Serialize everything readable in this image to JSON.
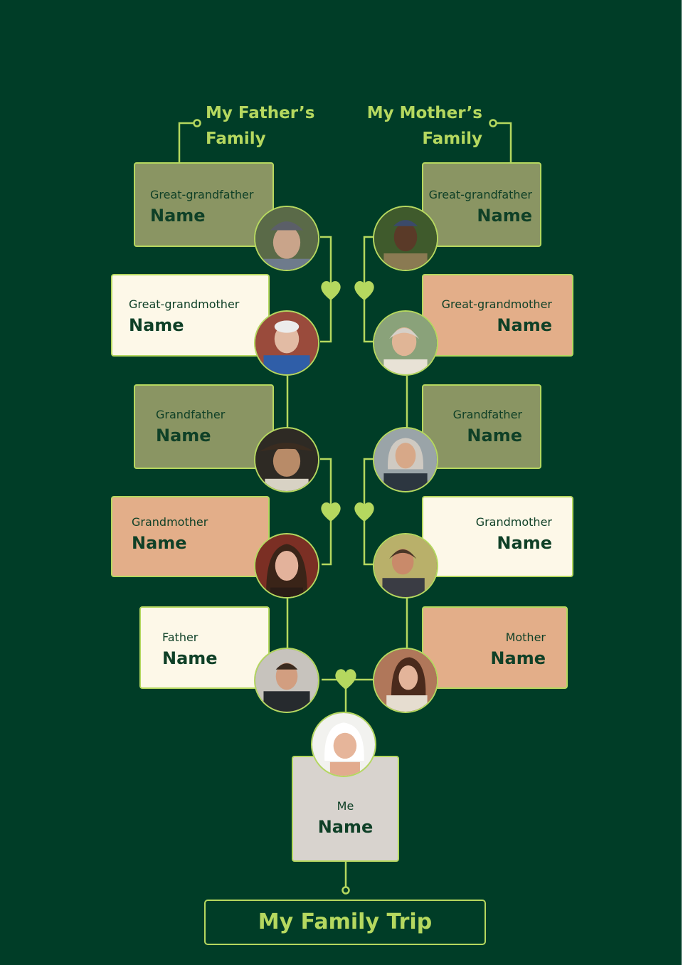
{
  "headings": {
    "father_line1": "My Father’s",
    "father_line2": "Family",
    "mother_line1": "My Mother’s",
    "mother_line2": "Family"
  },
  "father_side": {
    "great_grandfather": {
      "role": "Great-grandfather",
      "name": "Name"
    },
    "great_grandmother": {
      "role": "Great-grandmother",
      "name": "Name"
    },
    "grandfather": {
      "role": "Grandfather",
      "name": "Name"
    },
    "grandmother": {
      "role": "Grandmother",
      "name": "Name"
    },
    "father": {
      "role": "Father",
      "name": "Name"
    }
  },
  "mother_side": {
    "great_grandfather": {
      "role": "Great-grandfather",
      "name": "Name"
    },
    "great_grandmother": {
      "role": "Great-grandmother",
      "name": "Name"
    },
    "grandfather": {
      "role": "Grandfather",
      "name": "Name"
    },
    "grandmother": {
      "role": "Grandmother",
      "name": "Name"
    },
    "mother": {
      "role": "Mother",
      "name": "Name"
    }
  },
  "me": {
    "role": "Me",
    "name": "Name"
  },
  "title": "My Family Trip",
  "colors": {
    "background": "#003d27",
    "accent": "#b5d85f",
    "olive_box": "#8a9563",
    "cream_box": "#fdf8e8",
    "peach_box": "#e3ae89",
    "grey_box": "#d8d3ce",
    "text": "#0f4027"
  }
}
